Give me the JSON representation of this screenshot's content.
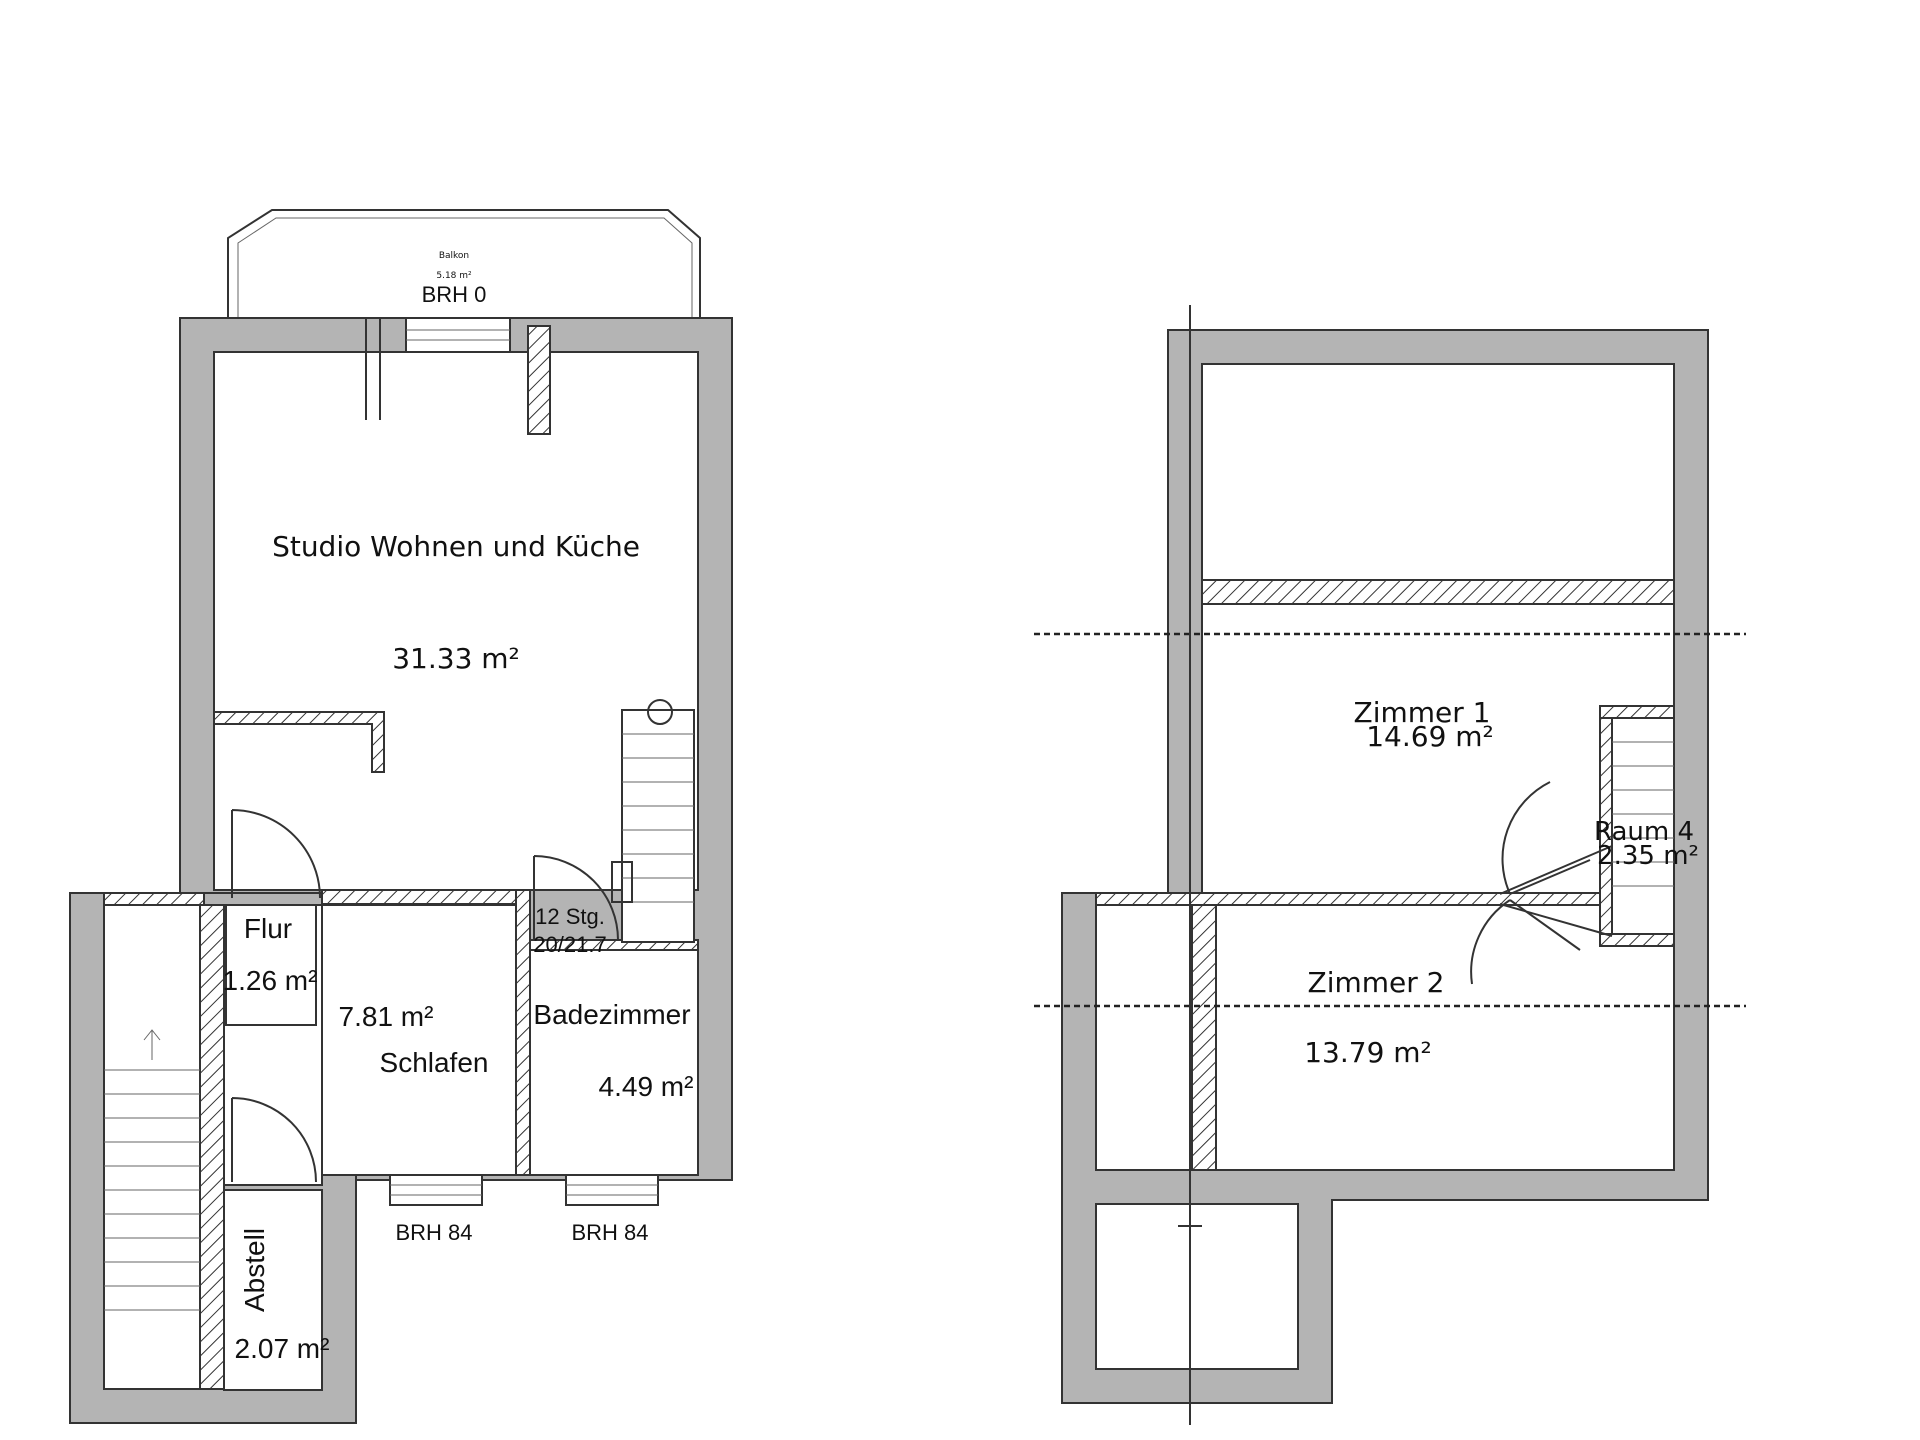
{
  "plan_left": {
    "balcony_name": "Balkon",
    "balcony_area": "5.18 m²",
    "balcony_window": "BRH 0",
    "living_name": "Studio Wohnen und Küche",
    "living_area": "31.33 m²",
    "hall_name": "Flur",
    "hall_area": "1.26 m²",
    "bedroom_area": "7.81 m²",
    "bedroom_name": "Schlafen",
    "stairs_steps": "12 Stg.",
    "stairs_ratio": "20/21.7",
    "bath_name": "Badezimmer",
    "bath_area": "4.49 m²",
    "window_1": "BRH 84",
    "window_2": "BRH 84",
    "storage_name": "Abstell",
    "storage_area": "2.07 m²"
  },
  "plan_right": {
    "room1_name": "Zimmer 1",
    "room1_area": "14.69 m²",
    "room4_name": "Raum 4",
    "room4_area": "2.35 m²",
    "room2_name": "Zimmer 2",
    "room2_area": "13.79 m²"
  }
}
